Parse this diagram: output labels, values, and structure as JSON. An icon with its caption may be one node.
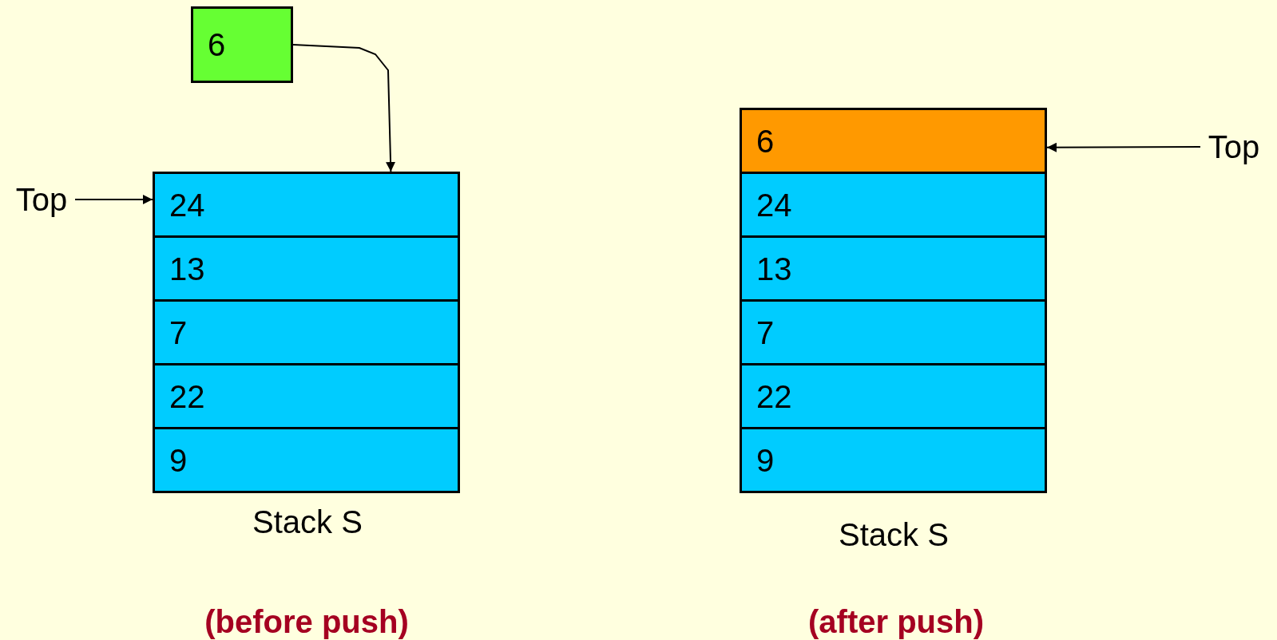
{
  "diagram": {
    "nodes": [
      {
        "text": [
          "6"
        ]
      },
      {
        "text": [
          "Top"
        ]
      },
      {
        "text": [
          "24"
        ]
      },
      {
        "text": [
          "13"
        ]
      },
      {
        "text": [
          "7"
        ]
      },
      {
        "text": [
          "22"
        ]
      },
      {
        "text": [
          "9"
        ]
      },
      {
        "text": [
          "6"
        ]
      },
      {
        "text": [
          "24"
        ]
      },
      {
        "text": [
          "13"
        ]
      },
      {
        "text": [
          "7"
        ]
      },
      {
        "text": [
          "22"
        ]
      },
      {
        "text": [
          "9"
        ]
      },
      {
        "text": [
          "Top"
        ]
      }
    ],
    "edges": [
      {
        "from": 0,
        "to": 2,
        "arrow": "to"
      },
      {
        "from": 1,
        "to": 2,
        "arrow": "to"
      },
      {
        "from": 13,
        "to": 7,
        "arrow": "to"
      }
    ],
    "labels": [
      "Stack S",
      "Stack S",
      "(before push)",
      "(after push)"
    ]
  }
}
